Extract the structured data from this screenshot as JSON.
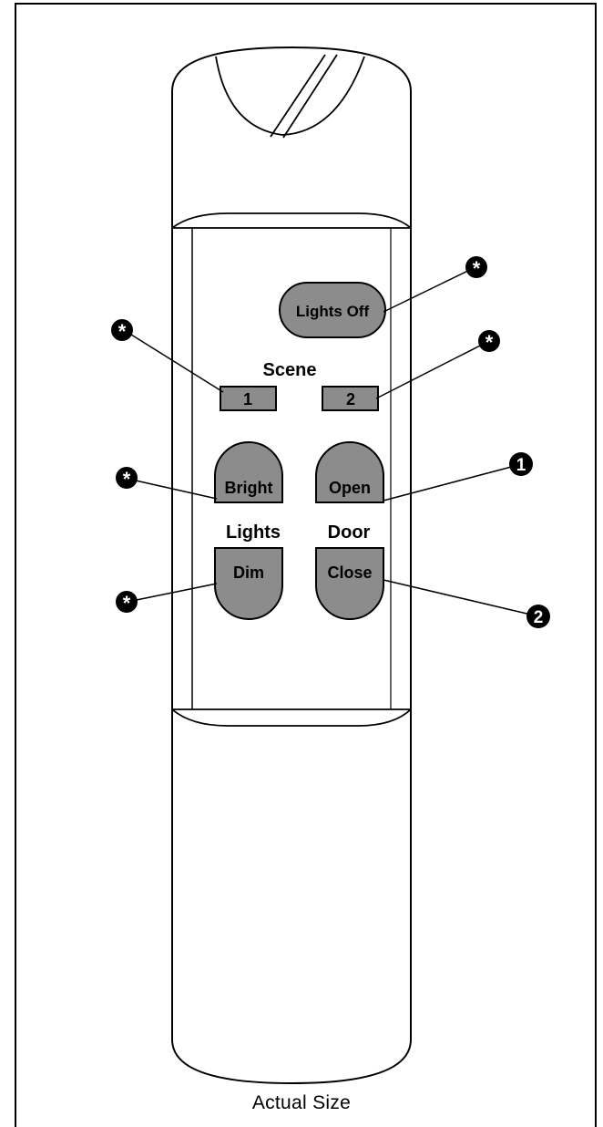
{
  "remote": {
    "lights_off": "Lights Off",
    "scene_label": "Scene",
    "scene_1": "1",
    "scene_2": "2",
    "bright": "Bright",
    "dim": "Dim",
    "lights_label": "Lights",
    "open": "Open",
    "close": "Close",
    "door_label": "Door"
  },
  "markers": {
    "asterisk": "*",
    "one": "1",
    "two": "2"
  },
  "caption": "Actual Size",
  "colors": {
    "button_fill": "#8c8c8c",
    "outline": "#000000",
    "marker_fill": "#000000",
    "marker_text": "#ffffff",
    "background": "#ffffff"
  }
}
